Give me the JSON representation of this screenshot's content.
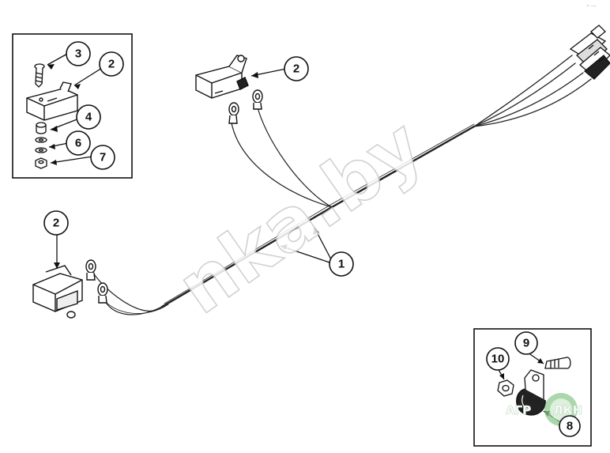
{
  "corner_mark": "~ ----",
  "watermark": {
    "text": "nka.by"
  },
  "logo": {
    "text_left": "AГР",
    "text_right": "ЛКН"
  },
  "callouts": {
    "main": [
      {
        "label": "1"
      },
      {
        "label": "2"
      },
      {
        "label": "2"
      }
    ],
    "inset_switch": [
      {
        "label": "3"
      },
      {
        "label": "2"
      },
      {
        "label": "4"
      },
      {
        "label": "6"
      },
      {
        "label": "7"
      }
    ],
    "inset_clamp": [
      {
        "label": "9"
      },
      {
        "label": "10"
      },
      {
        "label": "8"
      }
    ]
  },
  "parts": {
    "wiring_harness": "1",
    "switch": "2",
    "screw": "3",
    "spacer": "4",
    "lock_washer": "6",
    "nut": "7",
    "clamp": "8",
    "bolt": "9",
    "clamp_nut": "10"
  }
}
